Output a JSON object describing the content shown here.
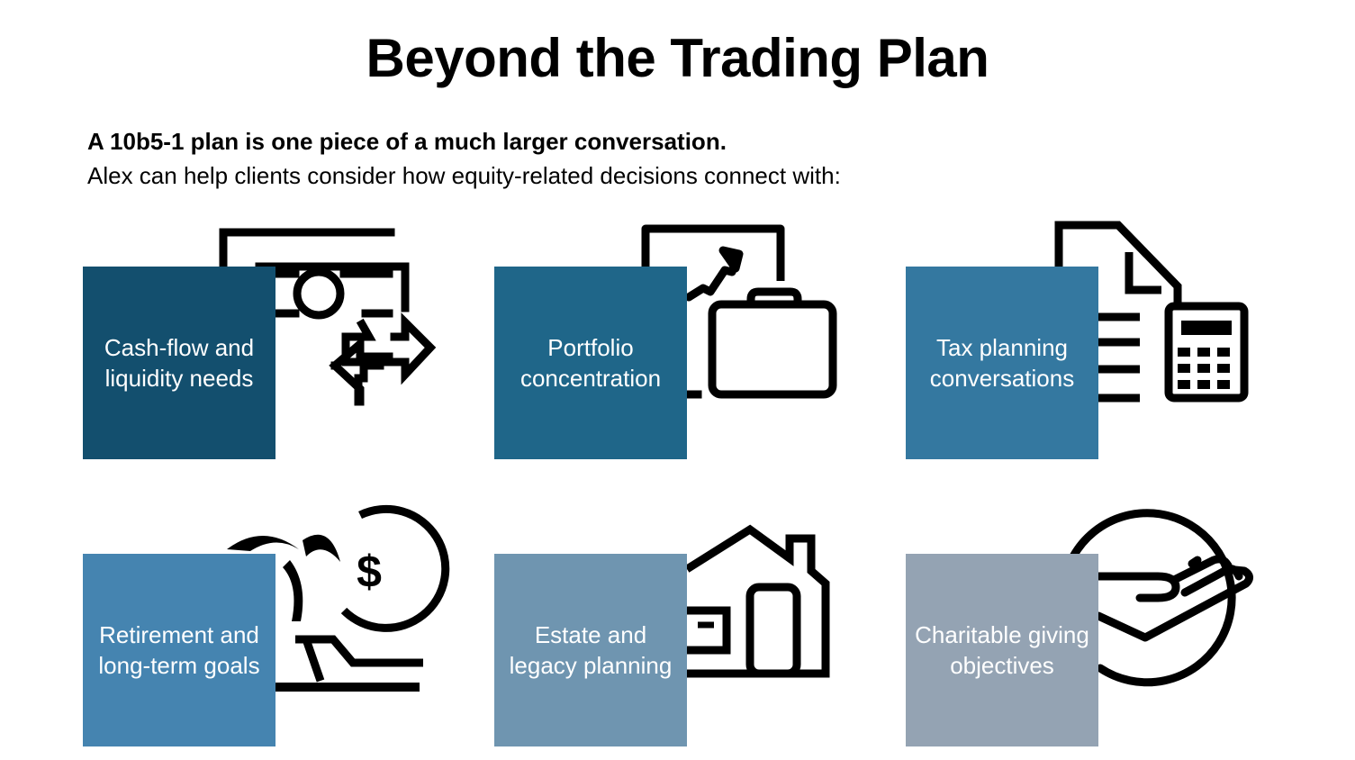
{
  "header": {
    "title": "Beyond the Trading Plan",
    "subtitle": "A 10b5-1 plan is one piece of a much larger conversation.",
    "intro": "Alex can help clients consider how equity-related decisions connect with:"
  },
  "topics": [
    {
      "label": "Cash-flow and liquidity needs",
      "icon": "cash-exchange-icon",
      "color": "#134f6e"
    },
    {
      "label": "Portfolio concentration",
      "icon": "briefcase-growth-icon",
      "color": "#1f6689"
    },
    {
      "label": "Tax planning conversations",
      "icon": "tax-document-calculator-icon",
      "color": "#3478a0"
    },
    {
      "label": "Retirement and long-term goals",
      "icon": "retirement-beach-icon",
      "color": "#4584b0"
    },
    {
      "label": "Estate and legacy planning",
      "icon": "house-icon",
      "color": "#6f95b0"
    },
    {
      "label": "Charitable giving objectives",
      "icon": "giving-hand-icon",
      "color": "#94a3b3"
    }
  ]
}
